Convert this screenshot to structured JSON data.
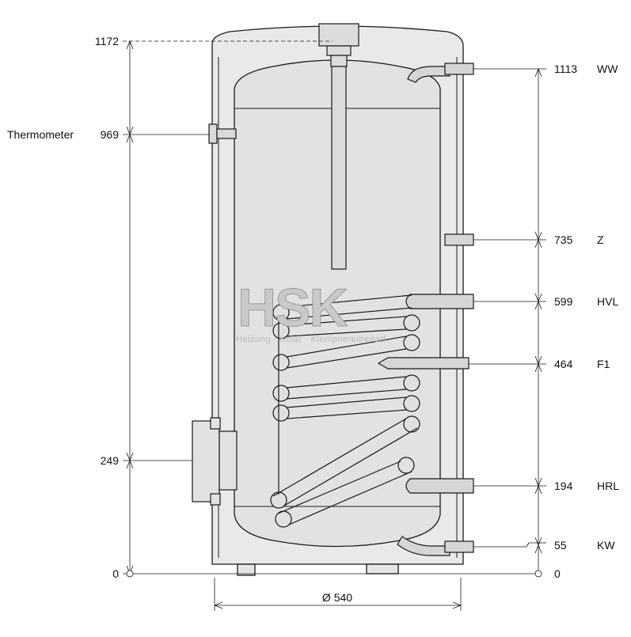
{
  "watermark": {
    "brand": "HSK",
    "tagline": "Heizung · Solar · Klempnereibedarf"
  },
  "dimensions": {
    "diameter": "Ø 540",
    "left_levels": [
      {
        "value": "1172"
      },
      {
        "value": "969",
        "name": "Thermometer"
      },
      {
        "value": "249"
      },
      {
        "value": "0"
      }
    ],
    "right_levels": [
      {
        "value": "1113",
        "name": "WW"
      },
      {
        "value": "735",
        "name": "Z"
      },
      {
        "value": "599",
        "name": "HVL"
      },
      {
        "value": "464",
        "name": "F1"
      },
      {
        "value": "194",
        "name": "HRL"
      },
      {
        "value": "55",
        "name": "KW"
      },
      {
        "value": "0"
      }
    ]
  },
  "colors": {
    "tank_fill": "#e6e6e6",
    "stroke": "#1a1a1a",
    "watermark": "#c9c9c9"
  }
}
